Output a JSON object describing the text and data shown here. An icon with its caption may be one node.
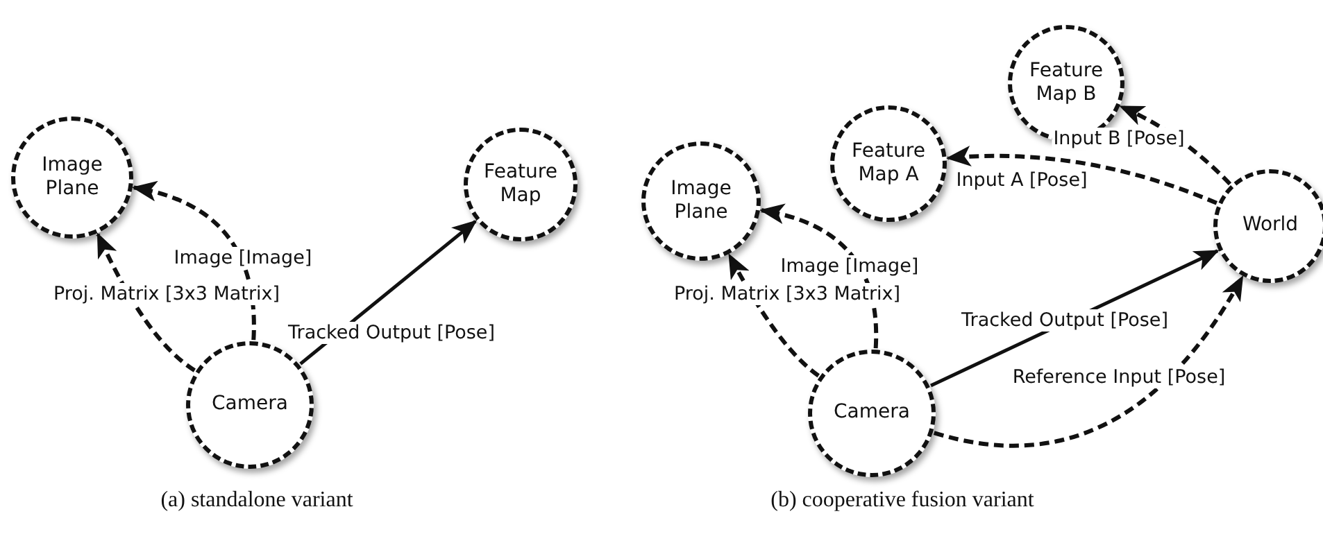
{
  "diagram": {
    "nodes": [
      {
        "text": [
          "Image Plane"
        ]
      },
      {
        "text": [
          "Feature Map"
        ]
      },
      {
        "text": [
          "Camera"
        ]
      },
      {
        "text": [
          "Image Plane"
        ]
      },
      {
        "text": [
          "Feature Map A"
        ]
      },
      {
        "text": [
          "Feature Map B"
        ]
      },
      {
        "text": [
          "World"
        ]
      },
      {
        "text": [
          "Camera"
        ]
      }
    ],
    "edges": [
      {
        "from": 2,
        "to": 0,
        "arrow": "to",
        "label": "Image [Image]",
        "style": "dashed"
      },
      {
        "from": 2,
        "to": 0,
        "arrow": "to",
        "label": "Proj. Matrix [3x3 Matrix]",
        "style": "dashed"
      },
      {
        "from": 2,
        "to": 1,
        "arrow": "to",
        "label": "Tracked Output [Pose]"
      },
      {
        "from": 7,
        "to": 3,
        "arrow": "to",
        "label": "Image [Image]",
        "style": "dashed"
      },
      {
        "from": 7,
        "to": 3,
        "arrow": "to",
        "label": "Proj. Matrix [3x3 Matrix]",
        "style": "dashed"
      },
      {
        "from": 7,
        "to": 6,
        "arrow": "to",
        "label": "Tracked Output [Pose]"
      },
      {
        "from": 7,
        "to": 6,
        "arrow": "to",
        "label": "Reference Input [Pose]",
        "style": "dashed"
      },
      {
        "from": 6,
        "to": 4,
        "arrow": "to",
        "label": "Input A [Pose]",
        "style": "dashed"
      },
      {
        "from": 6,
        "to": 5,
        "arrow": "to",
        "label": "Input B [Pose]",
        "style": "dashed"
      }
    ],
    "labels": [
      "(a) standalone variant",
      "(b) cooperative fusion variant"
    ]
  }
}
